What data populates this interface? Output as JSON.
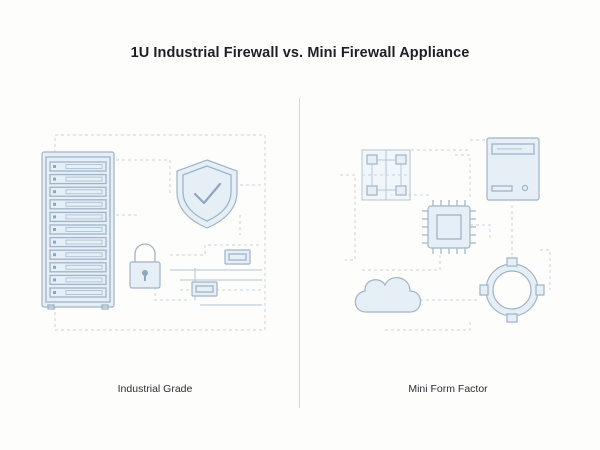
{
  "title": "1U Industrial Firewall vs. Mini Firewall Appliance",
  "panels": {
    "left_label": "Industrial Grade",
    "right_label": "Mini Form Factor"
  },
  "colors": {
    "line": "#9fb4c8",
    "dash": "#c3cfdb",
    "fill_light": "#e3edf6",
    "background": "#fdfdfb"
  },
  "icons": {
    "left": [
      "server-rack-icon",
      "shield-check-icon",
      "padlock-icon",
      "port-icon"
    ],
    "right": [
      "chip-icon",
      "tower-pc-icon",
      "cloud-icon",
      "ring-icon",
      "network-grid-icon"
    ]
  }
}
